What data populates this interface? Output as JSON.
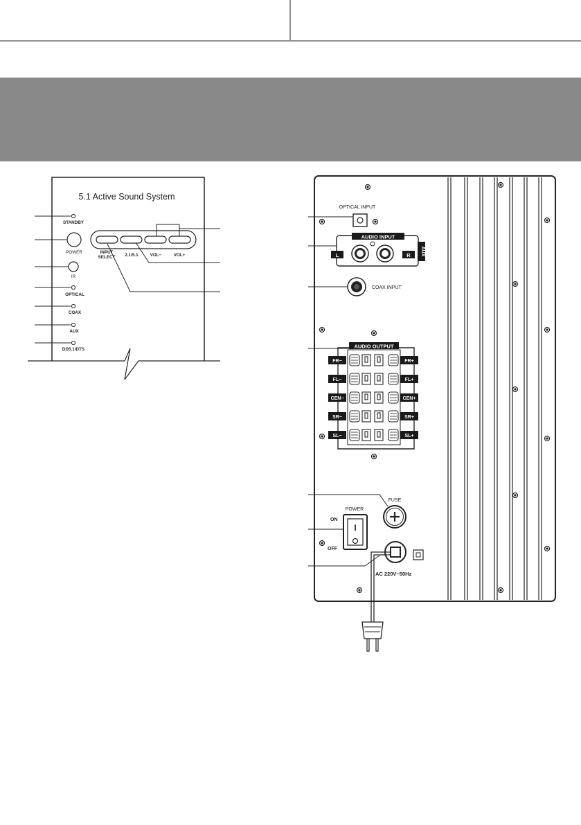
{
  "front_panel": {
    "title": "5.1 Active Sound System",
    "indicators": [
      {
        "label": "STANDBY"
      },
      {
        "label": "POWER"
      },
      {
        "label": "IR"
      },
      {
        "label": "OPTICAL"
      },
      {
        "label": "COAX"
      },
      {
        "label": "AUX"
      },
      {
        "label": "DD5.1/DTS"
      }
    ],
    "buttons": [
      {
        "label_line1": "INPUT",
        "label_line2": "SELECT"
      },
      {
        "label_line1": "2.1/5.1",
        "label_line2": ""
      },
      {
        "label_line1": "VOL−",
        "label_line2": ""
      },
      {
        "label_line1": "VOL+",
        "label_line2": ""
      }
    ]
  },
  "rear_panel": {
    "optical_input": "OPTICAL INPUT",
    "audio_input": "AUDIO INPUT",
    "audio_input_left": "L",
    "audio_input_right": "R",
    "aux": "AUX",
    "coax_input": "COAX INPUT",
    "audio_output": "AUDIO OUTPUT",
    "outputs_left": [
      "FR−",
      "FL−",
      "CEN−",
      "SR−",
      "SL−"
    ],
    "outputs_right": [
      "FR+",
      "FL+",
      "CEN+",
      "SR+",
      "SL+"
    ],
    "fuse": "FUSE",
    "power": "POWER",
    "switch_on": "ON",
    "switch_off": "OFF",
    "switch_symbol": "I",
    "ac_rating": "AC 220V~50Hz"
  },
  "colors": {
    "header_band": "#898989",
    "line": "#222222"
  }
}
